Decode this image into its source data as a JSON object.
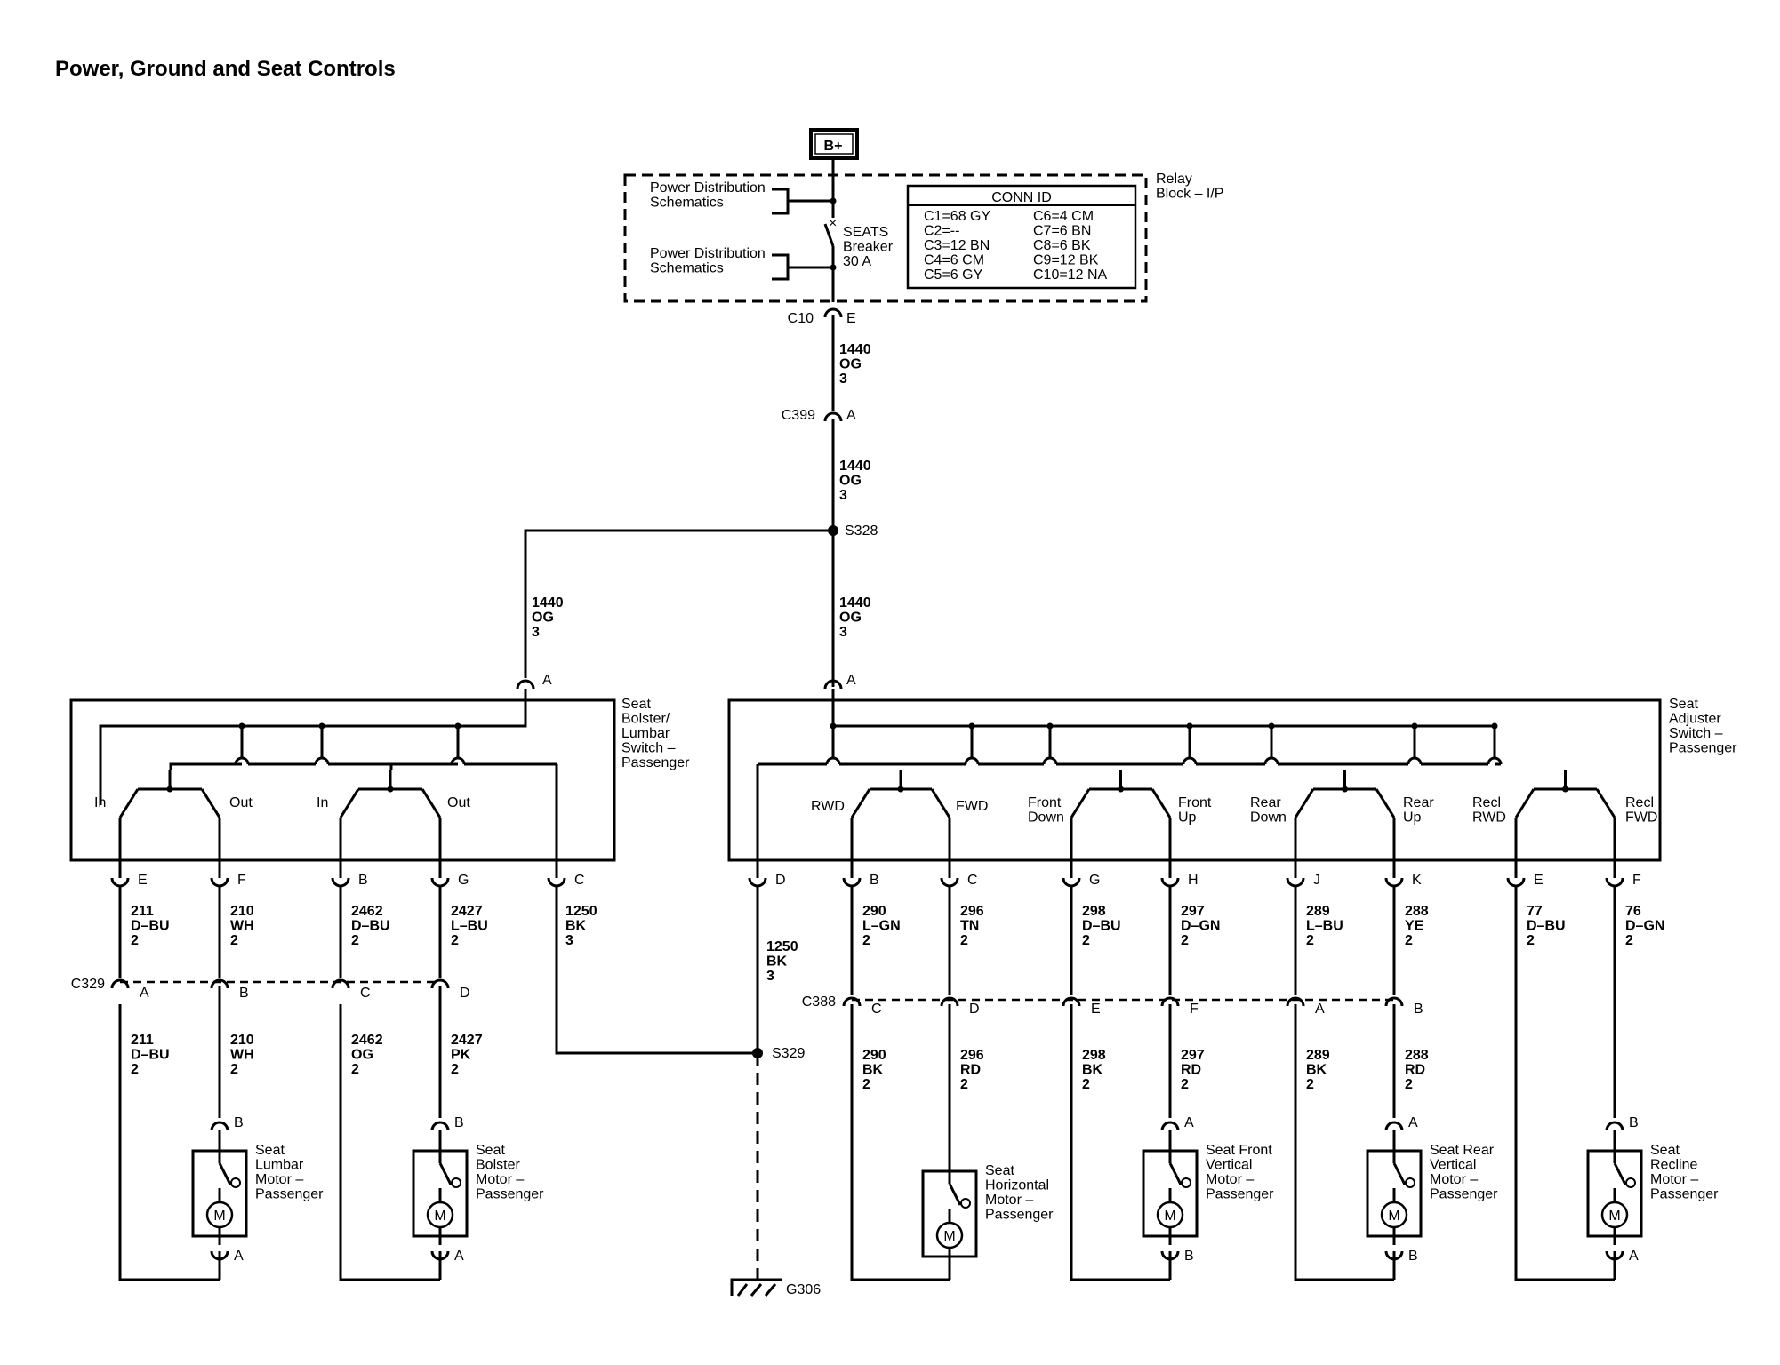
{
  "title": "Power, Ground and Seat Controls",
  "power": {
    "b_plus": "B+"
  },
  "relay_block": {
    "name": [
      "Relay",
      "Block – I/P"
    ],
    "pd_schematics_1": [
      "Power Distribution",
      "Schematics"
    ],
    "pd_schematics_2": [
      "Power Distribution",
      "Schematics"
    ],
    "breaker": [
      "SEATS",
      "Breaker",
      "30 A"
    ],
    "conn_id_title": "CONN ID",
    "conn_id_left": [
      "C1=68 GY",
      "C2=--",
      "C3=12 BN",
      "C4=6 CM",
      "C5=6 GY"
    ],
    "conn_id_right": [
      "C6=4 CM",
      "C7=6 BN",
      "C8=6 BK",
      "C9=12 BK",
      "C10=12 NA"
    ]
  },
  "connectors": {
    "c10": "C10",
    "c10_pin": "E",
    "c399": "C399",
    "c399_pin": "A",
    "c329": "C329",
    "c329_pins": [
      "A",
      "B",
      "C",
      "D"
    ],
    "c388": "C388",
    "c388_pins": [
      "C",
      "D",
      "E",
      "F",
      "A",
      "B"
    ]
  },
  "splices": {
    "s328": "S328",
    "s329": "S329"
  },
  "ground": "G306",
  "wires": {
    "w1440_a": [
      "1440",
      "OG",
      "3"
    ],
    "w1440_b": [
      "1440",
      "OG",
      "3"
    ],
    "w1440_left": [
      "1440",
      "OG",
      "3"
    ],
    "w1440_right": [
      "1440",
      "OG",
      "3"
    ],
    "w1250_left": [
      "1250",
      "BK",
      "3"
    ],
    "w1250_right": [
      "1250",
      "BK",
      "3"
    ],
    "upper_left": [
      [
        "211",
        "D–BU",
        "2"
      ],
      [
        "210",
        "WH",
        "2"
      ],
      [
        "2462",
        "D–BU",
        "2"
      ],
      [
        "2427",
        "L–BU",
        "2"
      ]
    ],
    "lower_left": [
      [
        "211",
        "D–BU",
        "2"
      ],
      [
        "210",
        "WH",
        "2"
      ],
      [
        "2462",
        "OG",
        "2"
      ],
      [
        "2427",
        "PK",
        "2"
      ]
    ],
    "upper_right": [
      [
        "290",
        "L–GN",
        "2"
      ],
      [
        "296",
        "TN",
        "2"
      ],
      [
        "298",
        "D–BU",
        "2"
      ],
      [
        "297",
        "D–GN",
        "2"
      ],
      [
        "289",
        "L–BU",
        "2"
      ],
      [
        "288",
        "YE",
        "2"
      ],
      [
        "77",
        "D–BU",
        "2"
      ],
      [
        "76",
        "D–GN",
        "2"
      ]
    ],
    "lower_right": [
      [
        "290",
        "BK",
        "2"
      ],
      [
        "296",
        "RD",
        "2"
      ],
      [
        "298",
        "BK",
        "2"
      ],
      [
        "297",
        "RD",
        "2"
      ],
      [
        "289",
        "BK",
        "2"
      ],
      [
        "288",
        "RD",
        "2"
      ]
    ]
  },
  "bolster_switch": {
    "name": [
      "Seat",
      "Bolster/",
      "Lumbar",
      "Switch –",
      "Passenger"
    ],
    "input_pin": "A",
    "labels": [
      "In",
      "Out",
      "In",
      "Out"
    ],
    "pins": [
      "E",
      "F",
      "B",
      "G",
      "C"
    ]
  },
  "adjuster_switch": {
    "name": [
      "Seat",
      "Adjuster",
      "Switch –",
      "Passenger"
    ],
    "input_pin": "A",
    "labels": [
      [
        "RWD"
      ],
      [
        "FWD"
      ],
      [
        "Front",
        "Down"
      ],
      [
        "Front",
        "Up"
      ],
      [
        "Rear",
        "Down"
      ],
      [
        "Rear",
        "Up"
      ],
      [
        "Recl",
        "RWD"
      ],
      [
        "Recl",
        "FWD"
      ]
    ],
    "pins": [
      "D",
      "B",
      "C",
      "G",
      "H",
      "J",
      "K",
      "E",
      "F"
    ]
  },
  "motors": [
    {
      "name": [
        "Seat",
        "Lumbar",
        "Motor –",
        "Passenger"
      ],
      "top_pin": "B",
      "bottom_pin": "A",
      "symbol": "M"
    },
    {
      "name": [
        "Seat",
        "Bolster",
        "Motor –",
        "Passenger"
      ],
      "top_pin": "B",
      "bottom_pin": "A",
      "symbol": "M"
    },
    {
      "name": [
        "Seat",
        "Horizontal",
        "Motor –",
        "Passenger"
      ],
      "top_pin": "",
      "bottom_pin": "",
      "symbol": "M"
    },
    {
      "name": [
        "Seat Front",
        "Vertical",
        "Motor –",
        "Passenger"
      ],
      "top_pin": "A",
      "bottom_pin": "B",
      "symbol": "M"
    },
    {
      "name": [
        "Seat Rear",
        "Vertical",
        "Motor –",
        "Passenger"
      ],
      "top_pin": "A",
      "bottom_pin": "B",
      "symbol": "M"
    },
    {
      "name": [
        "Seat",
        "Recline",
        "Motor –",
        "Passenger"
      ],
      "top_pin": "B",
      "bottom_pin": "A",
      "symbol": "M"
    }
  ]
}
